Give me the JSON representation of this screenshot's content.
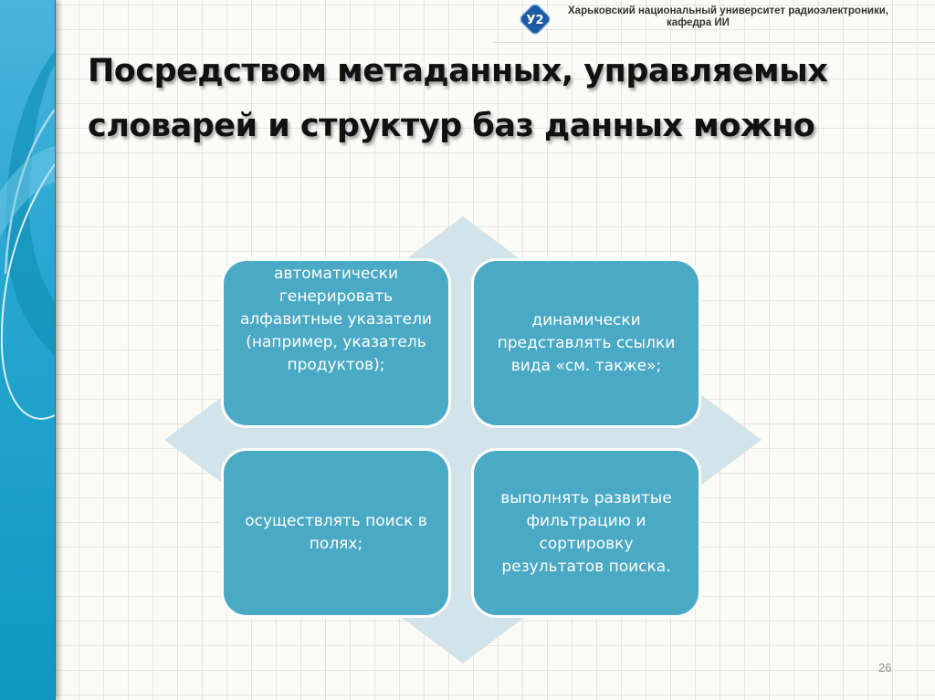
{
  "header": {
    "institution_line1": "Харьковский национальный университет радиоэлектроники,",
    "institution_line2": "кафедра ИИ",
    "logo_icon": "university-logo-icon"
  },
  "slide": {
    "title": "Посредством метаданных, управляемых словарей и структур баз данных можно",
    "page_number": "26"
  },
  "diagram": {
    "type": "matrix-with-diamond",
    "background_color": "#d3e3ea",
    "box_color": "#4aa9c5",
    "items": [
      {
        "text": "автоматически генерировать алфавитные указатели (например, указатель продуктов);"
      },
      {
        "text": "динамически представлять ссылки вида «см. также»;"
      },
      {
        "text": "осуществлять поиск в полях;"
      },
      {
        "text": "выполнять развитые фильтрацию и сортировку результатов поиска."
      }
    ]
  },
  "colors": {
    "side_band": "#27a6d1",
    "title_text": "#111111",
    "box_text": "#ffffff"
  }
}
